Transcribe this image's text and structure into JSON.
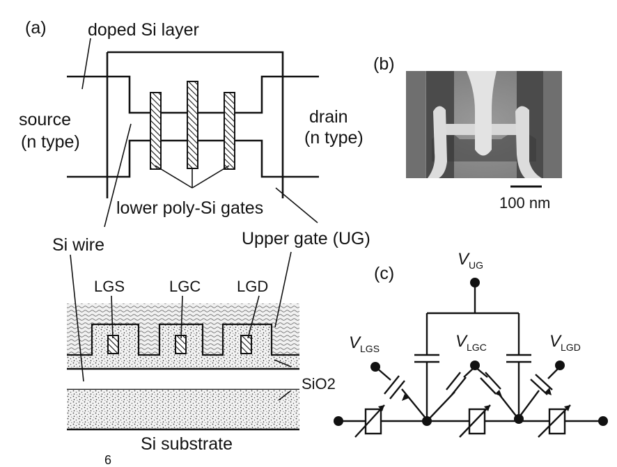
{
  "panels": {
    "a": "(a)",
    "b": "(b)",
    "c": "(c)"
  },
  "top_view": {
    "doped": "doped Si layer",
    "source": [
      "source",
      "(n type)"
    ],
    "drain": [
      "drain",
      "(n type)"
    ],
    "lower_gates": "lower poly-Si gates"
  },
  "cross_section": {
    "si_wire": "Si wire",
    "upper_gate": "Upper gate (UG)",
    "lgs": "LGS",
    "lgc": "LGC",
    "lgd": "LGD",
    "sio2": "SiO2",
    "substrate": "Si substrate",
    "stray": "6"
  },
  "sem": {
    "scale": "100 nm"
  },
  "circuit": {
    "vug": {
      "v": "V",
      "sub": "UG"
    },
    "vlgs": {
      "v": "V",
      "sub": "LGS"
    },
    "vlgc": {
      "v": "V",
      "sub": "LGC"
    },
    "vlgd": {
      "v": "V",
      "sub": "LGD"
    }
  }
}
